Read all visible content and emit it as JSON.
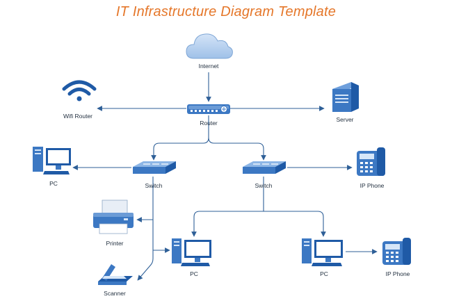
{
  "title": "IT Infrastructure Diagram Template",
  "colors": {
    "title": "#e5772a",
    "line": "#2e5f97",
    "device": "#3c78c3",
    "device_light": "#b9d3f0"
  },
  "nodes": {
    "internet": {
      "label": "Internet",
      "icon": "cloud-icon"
    },
    "router": {
      "label": "Router",
      "icon": "router-icon"
    },
    "wifi_router": {
      "label": "Wifi Router",
      "icon": "wifi-icon"
    },
    "server": {
      "label": "Server",
      "icon": "server-icon"
    },
    "switch_left": {
      "label": "Switch",
      "icon": "switch-icon"
    },
    "switch_right": {
      "label": "Switch",
      "icon": "switch-icon"
    },
    "pc_left": {
      "label": "PC",
      "icon": "desktop-pc-icon"
    },
    "ip_phone_right": {
      "label": "IP Phone",
      "icon": "ip-phone-icon"
    },
    "printer": {
      "label": "Printer",
      "icon": "printer-icon"
    },
    "pc_middle": {
      "label": "PC",
      "icon": "desktop-pc-icon"
    },
    "scanner": {
      "label": "Scanner",
      "icon": "scanner-icon"
    },
    "pc_bottom_right": {
      "label": "PC",
      "icon": "desktop-pc-icon"
    },
    "ip_phone_bottom": {
      "label": "IP Phone",
      "icon": "ip-phone-icon"
    }
  }
}
